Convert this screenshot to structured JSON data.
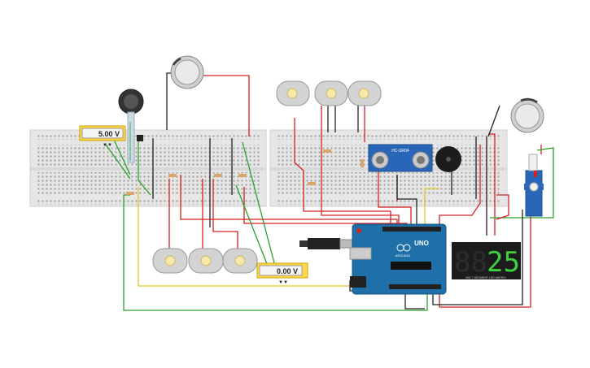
{
  "meters": {
    "top_reading": "5.00 V",
    "bottom_reading": "0.00 V"
  },
  "arduino": {
    "brand": "ARDUINO",
    "model": "UNO"
  },
  "sensor": {
    "label": "HC-SR04"
  },
  "display": {
    "digits": "25",
    "caption": "BIG 7-SEGMENT LED MATRIX"
  },
  "colors": {
    "breadboard": "#e6e6e6",
    "board": "#1f6fa8",
    "wire_red": "#d32222",
    "wire_black": "#222222",
    "wire_green": "#2ca02c",
    "wire_yellow": "#e6c229",
    "display_digit": "#3fd13f",
    "sensor_blue": "#2a66b8"
  }
}
